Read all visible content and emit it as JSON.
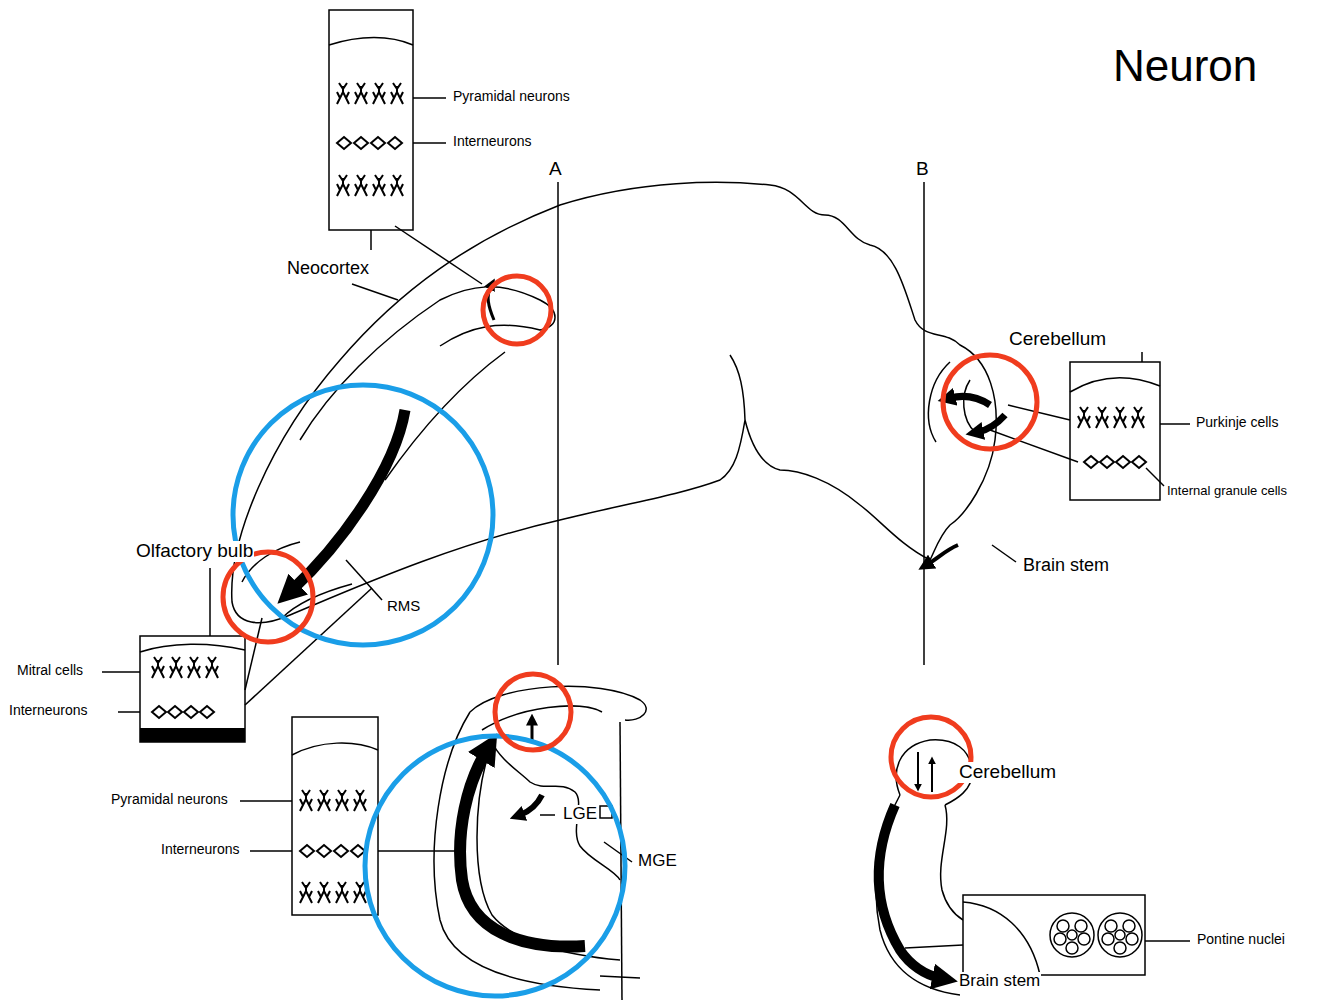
{
  "diagram": {
    "title": "Neuron",
    "labels": [
      "Pyramidal neurons",
      "Interneurons",
      "Neocortex",
      "A",
      "B",
      "Cerebellum",
      "Purkinje cells",
      "Internal granule cells",
      "Brain stem",
      "Olfactory bulb",
      "RMS",
      "Mitral cells",
      "Interneurons",
      "Pyramidal neurons",
      "Interneurons",
      "LGE",
      "MGE",
      "Cerebellum",
      "Pontine nuclei",
      "Brain stem"
    ]
  }
}
